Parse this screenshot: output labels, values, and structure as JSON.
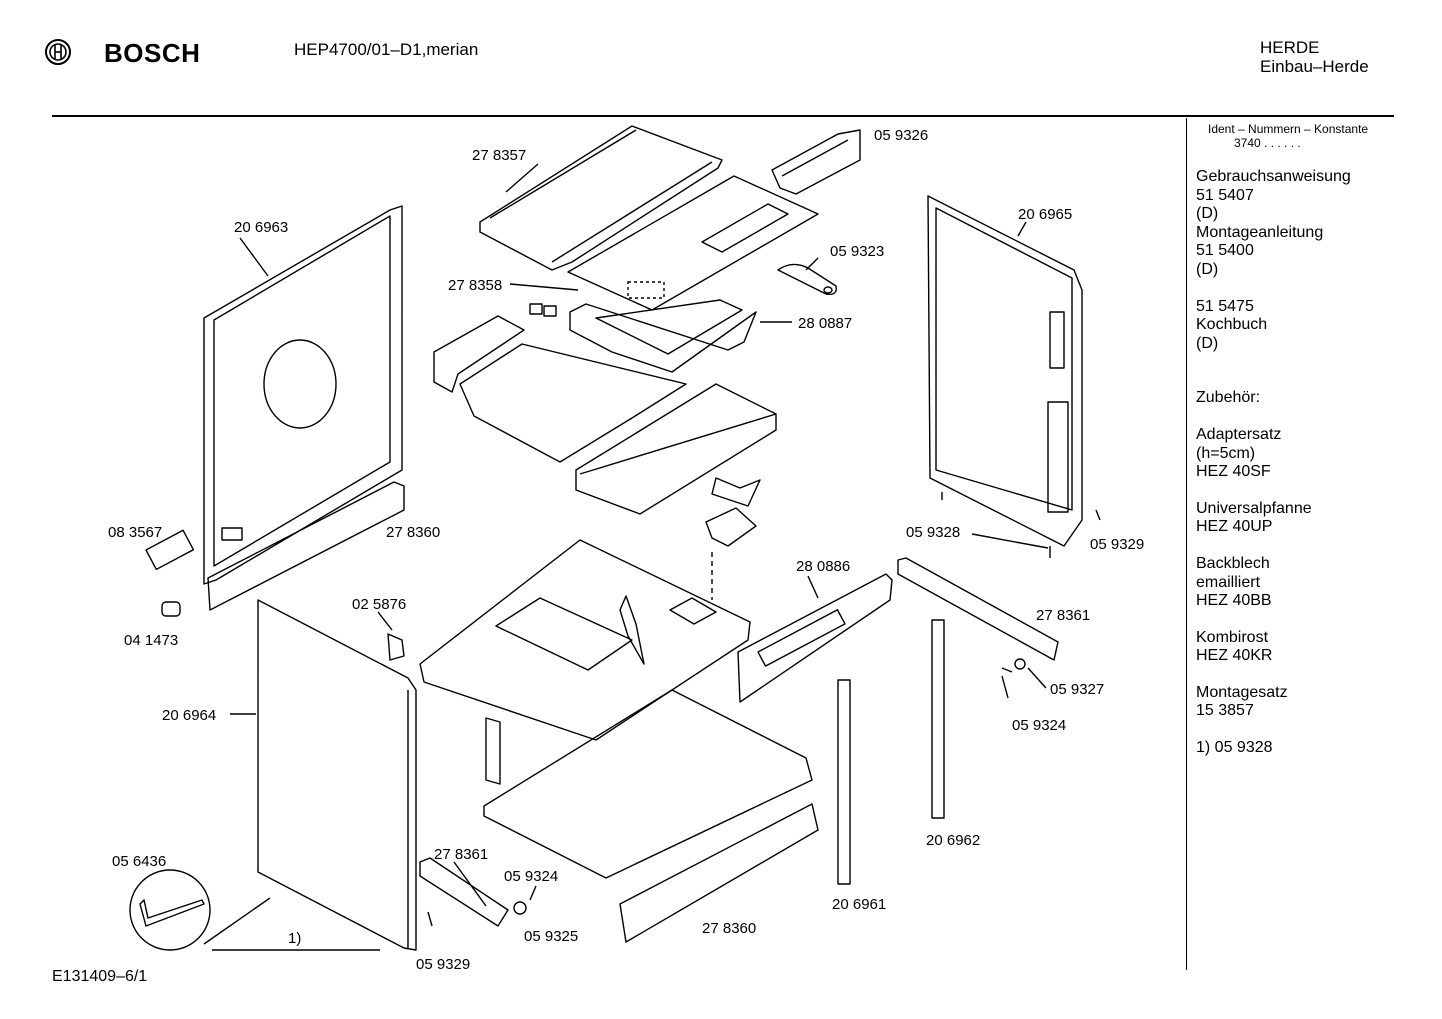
{
  "header": {
    "brand": "BOSCH",
    "model": "HEP4700/01–D1,merian",
    "category_lines": [
      "HERDE",
      "Einbau–Herde"
    ]
  },
  "sidebar": {
    "ident_title": "Ident – Nummern – Konstante",
    "ident_value": "3740 .  .   .  .  .  .",
    "blocks": [
      [
        "Gebrauchsanweisung",
        "51 5407",
        "(D)",
        "Montageanleitung",
        "51 5400",
        "(D)"
      ],
      [
        "51 5475",
        "Kochbuch",
        "(D)"
      ],
      [
        "Zubehör:"
      ],
      [
        "Adaptersatz",
        "(h=5cm)",
        "HEZ 40SF"
      ],
      [
        "Universalpfanne",
        "HEZ 40UP"
      ],
      [
        "Backblech",
        "emailliert",
        "HEZ 40BB"
      ],
      [
        "Kombirost",
        "HEZ 40KR"
      ],
      [
        "Montagesatz",
        "15 3857"
      ],
      [
        "1)  05 9328"
      ]
    ]
  },
  "parts": [
    "27 8357",
    "05 9326",
    "20 6963",
    "20 6965",
    "05 9323",
    "27 8358",
    "28 0887",
    "08 3567",
    "27 8360",
    "05 9328",
    "05 9329",
    "04 1473",
    "02 5876",
    "28 0886",
    "27 8361",
    "05 9327",
    "20 6964",
    "05 9324",
    "20 6962",
    "05 6436",
    "27 8361",
    "05 9324",
    "1)",
    "05 9325",
    "20 6961",
    "27 8360",
    "05 9329"
  ],
  "footer": {
    "code": "E131409–6/1"
  }
}
